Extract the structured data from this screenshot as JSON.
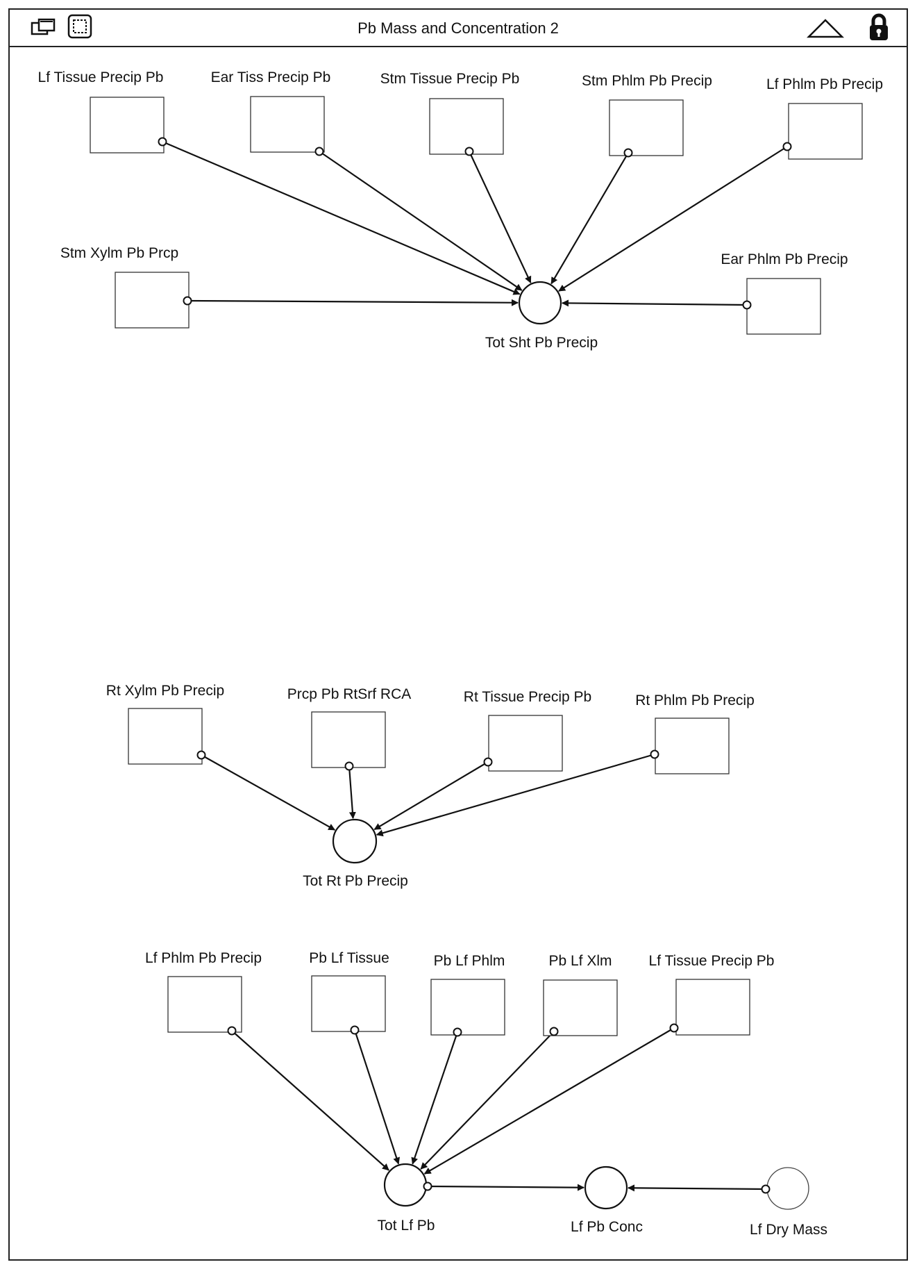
{
  "window": {
    "title": "Pb Mass and Concentration 2"
  },
  "toolbar": [
    {
      "icon": "window-stack-icon"
    },
    {
      "icon": "selection-frame-icon"
    },
    {
      "icon": "triangle-up-icon"
    },
    {
      "icon": "lock-icon"
    }
  ],
  "nodes": [
    {
      "id": "lf_tissue_precip_pb_1",
      "type": "converter",
      "label": "Lf Tissue Precip Pb"
    },
    {
      "id": "ear_tiss_precip_pb",
      "type": "converter",
      "label": "Ear Tiss Precip Pb"
    },
    {
      "id": "stm_tissue_precip_pb",
      "type": "converter",
      "label": "Stm Tissue Precip Pb"
    },
    {
      "id": "stm_phlm_pb_precip",
      "type": "converter",
      "label": "Stm Phlm Pb Precip"
    },
    {
      "id": "lf_phlm_pb_precip_1",
      "type": "converter",
      "label": "Lf Phlm Pb Precip"
    },
    {
      "id": "stm_xylm_pb_prcp",
      "type": "converter",
      "label": "Stm Xylm Pb Prcp"
    },
    {
      "id": "ear_phlm_pb_precip",
      "type": "converter",
      "label": "Ear Phlm Pb Precip"
    },
    {
      "id": "tot_sht_pb_precip",
      "type": "auxiliary",
      "label": "Tot Sht Pb Precip"
    },
    {
      "id": "rt_xylm_pb_precip",
      "type": "converter",
      "label": "Rt Xylm Pb Precip"
    },
    {
      "id": "prcp_pb_rtsrf_rca",
      "type": "converter",
      "label": "Prcp Pb RtSrf RCA"
    },
    {
      "id": "rt_tissue_precip_pb",
      "type": "converter",
      "label": "Rt Tissue Precip Pb"
    },
    {
      "id": "rt_phlm_pb_precip",
      "type": "converter",
      "label": "Rt Phlm Pb Precip"
    },
    {
      "id": "tot_rt_pb_precip",
      "type": "auxiliary",
      "label": "Tot Rt Pb Precip"
    },
    {
      "id": "lf_phlm_pb_precip_2",
      "type": "converter",
      "label": "Lf Phlm Pb Precip"
    },
    {
      "id": "pb_lf_tissue",
      "type": "converter",
      "label": "Pb Lf Tissue"
    },
    {
      "id": "pb_lf_phlm",
      "type": "converter",
      "label": "Pb Lf Phlm"
    },
    {
      "id": "pb_lf_xlm",
      "type": "converter",
      "label": "Pb Lf Xlm"
    },
    {
      "id": "lf_tissue_precip_pb_2",
      "type": "converter",
      "label": "Lf Tissue Precip Pb"
    },
    {
      "id": "tot_lf_pb",
      "type": "auxiliary",
      "label": "Tot Lf Pb"
    },
    {
      "id": "lf_pb_conc",
      "type": "auxiliary",
      "label": "Lf Pb Conc"
    },
    {
      "id": "lf_dry_mass",
      "type": "auxiliary_ghost",
      "label": "Lf Dry Mass"
    }
  ],
  "links": [
    {
      "from": "lf_tissue_precip_pb_1",
      "to": "tot_sht_pb_precip"
    },
    {
      "from": "ear_tiss_precip_pb",
      "to": "tot_sht_pb_precip"
    },
    {
      "from": "stm_tissue_precip_pb",
      "to": "tot_sht_pb_precip"
    },
    {
      "from": "stm_phlm_pb_precip",
      "to": "tot_sht_pb_precip"
    },
    {
      "from": "lf_phlm_pb_precip_1",
      "to": "tot_sht_pb_precip"
    },
    {
      "from": "stm_xylm_pb_prcp",
      "to": "tot_sht_pb_precip"
    },
    {
      "from": "ear_phlm_pb_precip",
      "to": "tot_sht_pb_precip"
    },
    {
      "from": "rt_xylm_pb_precip",
      "to": "tot_rt_pb_precip"
    },
    {
      "from": "prcp_pb_rtsrf_rca",
      "to": "tot_rt_pb_precip"
    },
    {
      "from": "rt_tissue_precip_pb",
      "to": "tot_rt_pb_precip"
    },
    {
      "from": "rt_phlm_pb_precip",
      "to": "tot_rt_pb_precip"
    },
    {
      "from": "lf_phlm_pb_precip_2",
      "to": "tot_lf_pb"
    },
    {
      "from": "pb_lf_tissue",
      "to": "tot_lf_pb"
    },
    {
      "from": "pb_lf_phlm",
      "to": "tot_lf_pb"
    },
    {
      "from": "pb_lf_xlm",
      "to": "tot_lf_pb"
    },
    {
      "from": "lf_tissue_precip_pb_2",
      "to": "tot_lf_pb"
    },
    {
      "from": "tot_lf_pb",
      "to": "lf_pb_conc"
    },
    {
      "from": "lf_dry_mass",
      "to": "lf_pb_conc"
    }
  ]
}
